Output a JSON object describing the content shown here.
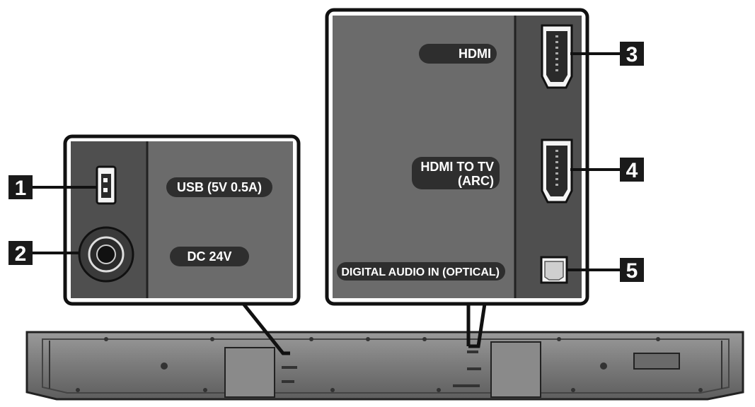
{
  "left_panel": {
    "usb_label": "USB (5V 0.5A)",
    "dc_label": "DC 24V"
  },
  "right_panel": {
    "hdmi_label": "HDMI",
    "hdmi_tv_label_line1": "HDMI TO TV",
    "hdmi_tv_label_line2": "(ARC)",
    "optical_label": "DIGITAL AUDIO IN (OPTICAL)"
  },
  "callouts": {
    "c1": "1",
    "c2": "2",
    "c3": "3",
    "c4": "4",
    "c5": "5"
  },
  "colors": {
    "panel_fill": "#6b6b6b",
    "panel_dark": "#4f4f4f",
    "label_pill": "#2e2e2e",
    "callout_box": "#1a1a1a",
    "soundbar": "#7a7a7a"
  }
}
